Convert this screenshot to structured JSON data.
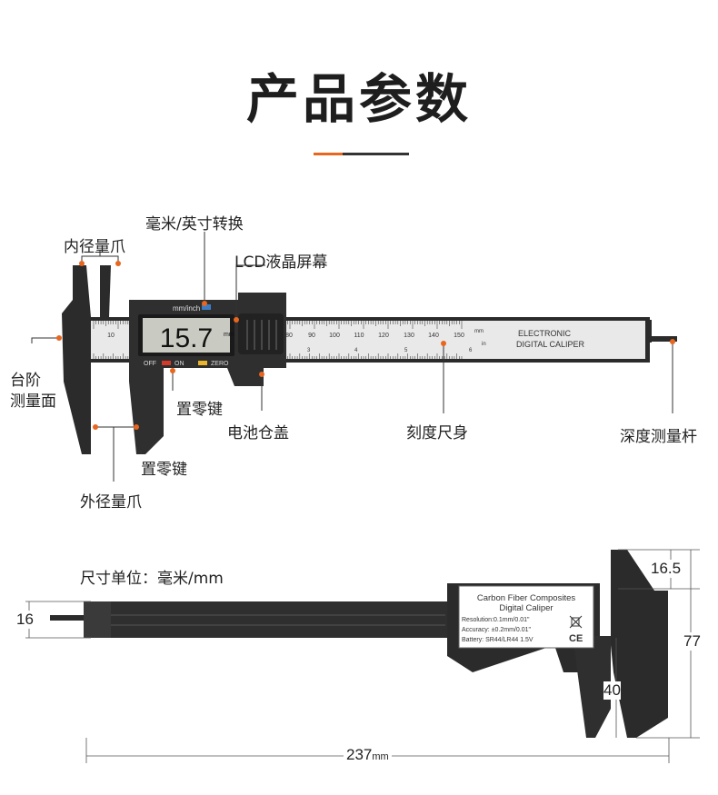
{
  "title": "产品参数",
  "colors": {
    "accent": "#e8661d",
    "caliper_body": "#2b2b2b",
    "scale": "#e9e9e9"
  },
  "caliper_top": {
    "display": "15.7",
    "display_unit": "mm",
    "top_label": "mm/inch",
    "off_label": "OFF",
    "on_label": "ON",
    "zero_label": "ZERO",
    "brand_line1": "ELECTRONIC",
    "brand_line2": "DIGITAL CALIPER",
    "scale_numbers": [
      "10",
      "80",
      "90",
      "100",
      "110",
      "120",
      "130",
      "140",
      "150"
    ],
    "scale_unit_mm": "mm",
    "scale_unit_in": "in",
    "inch_numbers": [
      "3",
      "4",
      "5",
      "6"
    ],
    "labels": {
      "inner_jaw": "内径量爪",
      "unit_switch": "毫米/英寸转换",
      "lcd": "LCD液晶屏幕",
      "step": "台阶\n测量面",
      "zero_key_1": "置零键",
      "battery_cover": "电池仓盖",
      "scale_body": "刻度尺身",
      "depth_rod": "深度测量杆",
      "zero_key_2": "置零键",
      "outer_jaw": "外径量爪"
    }
  },
  "caliper_bottom": {
    "unit_note": "尺寸单位：毫米/mm",
    "dim_width": "16",
    "dim_top": "16.5",
    "dim_height": "77",
    "dim_jaw": "40",
    "dim_length": "237",
    "dim_length_unit": "mm",
    "label_line1": "Carbon Fiber Composites",
    "label_line2": "Digital Caliper",
    "label_line3": "Resolution:0.1mm/0.01\"",
    "label_line4": "Accuracy: ±0.2mm/0.01\"",
    "label_line5": "Battery: SR44/LR44 1.5V",
    "ce_mark": "CE"
  }
}
